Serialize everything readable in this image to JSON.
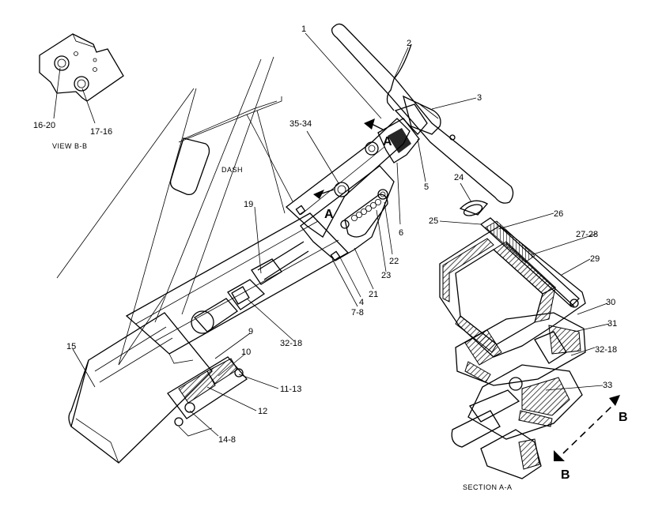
{
  "labels": {
    "view_bb": "VIEW  B-B",
    "dash": "DASH",
    "section_aa": "SECTION  A-A",
    "arrow_a_upper": "A",
    "arrow_a_lower": "A",
    "arrow_b_right": "B",
    "arrow_b_left": "B"
  },
  "callouts": [
    {
      "id": "c1",
      "text": "1"
    },
    {
      "id": "c2",
      "text": "2"
    },
    {
      "id": "c3",
      "text": "3"
    },
    {
      "id": "c4",
      "text": "4"
    },
    {
      "id": "c5",
      "text": "5"
    },
    {
      "id": "c6",
      "text": "6"
    },
    {
      "id": "c7",
      "text": "7-8"
    },
    {
      "id": "c9",
      "text": "9"
    },
    {
      "id": "c10",
      "text": "10"
    },
    {
      "id": "c11",
      "text": "11-13"
    },
    {
      "id": "c12",
      "text": "12"
    },
    {
      "id": "c14",
      "text": "14-8"
    },
    {
      "id": "c15",
      "text": "15"
    },
    {
      "id": "c16",
      "text": "16-20"
    },
    {
      "id": "c17",
      "text": "17-16"
    },
    {
      "id": "c19",
      "text": "19"
    },
    {
      "id": "c21",
      "text": "21"
    },
    {
      "id": "c22",
      "text": "22"
    },
    {
      "id": "c23",
      "text": "23"
    },
    {
      "id": "c24",
      "text": "24"
    },
    {
      "id": "c25",
      "text": "25"
    },
    {
      "id": "c26",
      "text": "26"
    },
    {
      "id": "c27",
      "text": "27-28"
    },
    {
      "id": "c29",
      "text": "29"
    },
    {
      "id": "c30",
      "text": "30"
    },
    {
      "id": "c31",
      "text": "31"
    },
    {
      "id": "c32a",
      "text": "32-18"
    },
    {
      "id": "c32b",
      "text": "32-18"
    },
    {
      "id": "c33",
      "text": "33"
    },
    {
      "id": "c35",
      "text": "35-34"
    }
  ]
}
